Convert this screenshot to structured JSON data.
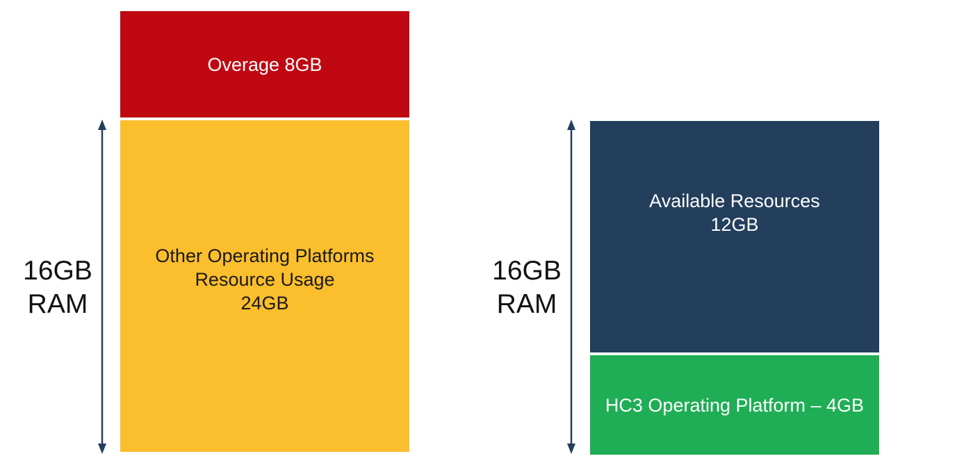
{
  "left_stack": {
    "ram_label": [
      "16GB",
      "RAM"
    ],
    "blocks": {
      "overage": [
        "Overage 8GB"
      ],
      "other_platforms": [
        "Other Operating Platforms",
        "Resource Usage",
        "24GB"
      ]
    }
  },
  "right_stack": {
    "ram_label": [
      "16GB",
      "RAM"
    ],
    "blocks": {
      "available": [
        "Available Resources",
        "12GB"
      ],
      "hc3": [
        "HC3 Operating Platform – 4GB"
      ]
    }
  },
  "colors": {
    "overage": "#c00812",
    "other_platforms": "#fbbe2d",
    "available": "#233f5c",
    "hc3": "#1fae55",
    "arrow": "#233f5c"
  }
}
